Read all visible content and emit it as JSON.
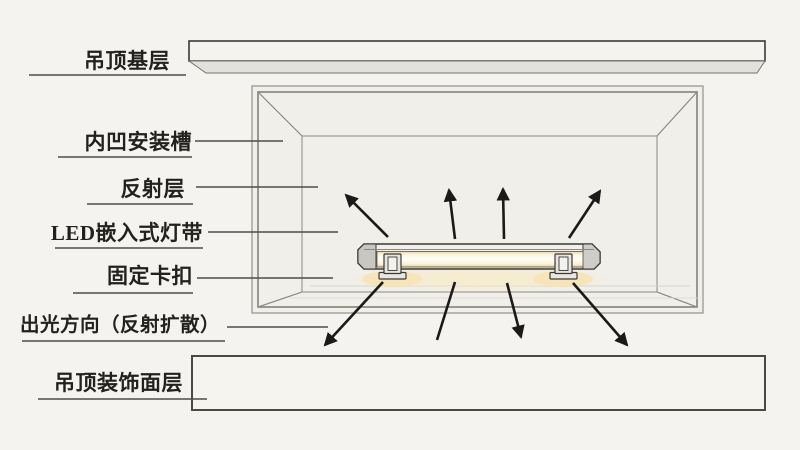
{
  "diagram_kind": "ceiling-recessed-led-strip-section",
  "labels": [
    {
      "id": "ceiling-base",
      "text": "吊顶基层"
    },
    {
      "id": "recessed-groove",
      "text": "内凹安装槽"
    },
    {
      "id": "reflective-layer",
      "text": "反射层"
    },
    {
      "id": "led-strip",
      "text": "LED嵌入式灯带"
    },
    {
      "id": "fixing-clip",
      "text": "固定卡扣"
    },
    {
      "id": "light-direction",
      "text": "出光方向（反射扩散）"
    },
    {
      "id": "decorative-layer",
      "text": "吊顶装饰面层"
    }
  ],
  "colors": {
    "bg": "#f5f3ef",
    "text": "#23211e",
    "line": "#4f4d49",
    "arrow": "#1b1a18",
    "outline": "#3b3936",
    "edge": "#8b8984",
    "surface": "#f4f2ee",
    "surface-shade": "#e3e1db",
    "wall": "#e0ded8",
    "wall-ceiling": "#d8d6d0",
    "wall-back": "#e7e5df",
    "floor": "#edebe5",
    "fixture-body": "#dcdad5",
    "glow": "#f2dca8",
    "strip-core": "#fffef9",
    "panel": "#f6f4ef"
  }
}
